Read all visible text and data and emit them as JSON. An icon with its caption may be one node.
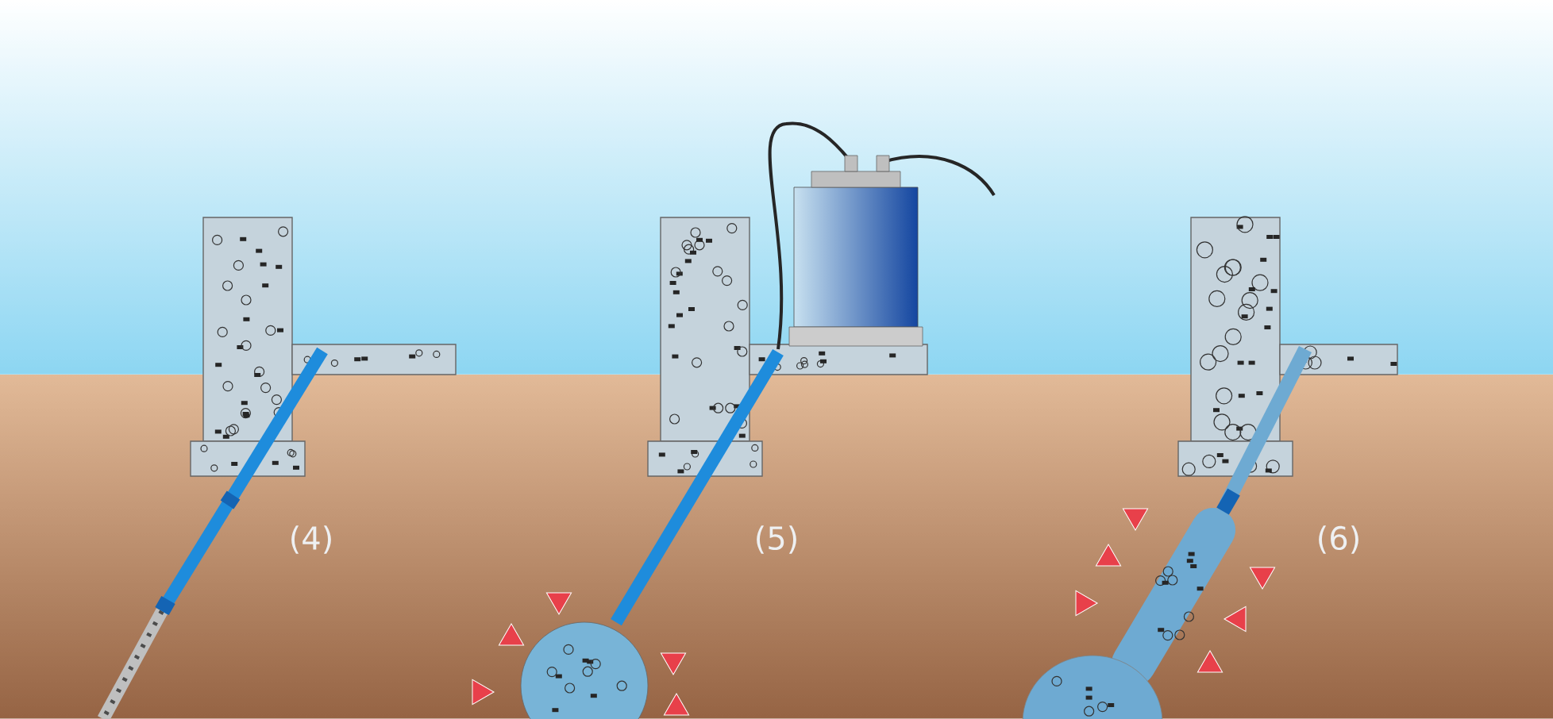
{
  "diagram": {
    "labels": [
      "(4)",
      "(5)",
      "(6)"
    ]
  }
}
